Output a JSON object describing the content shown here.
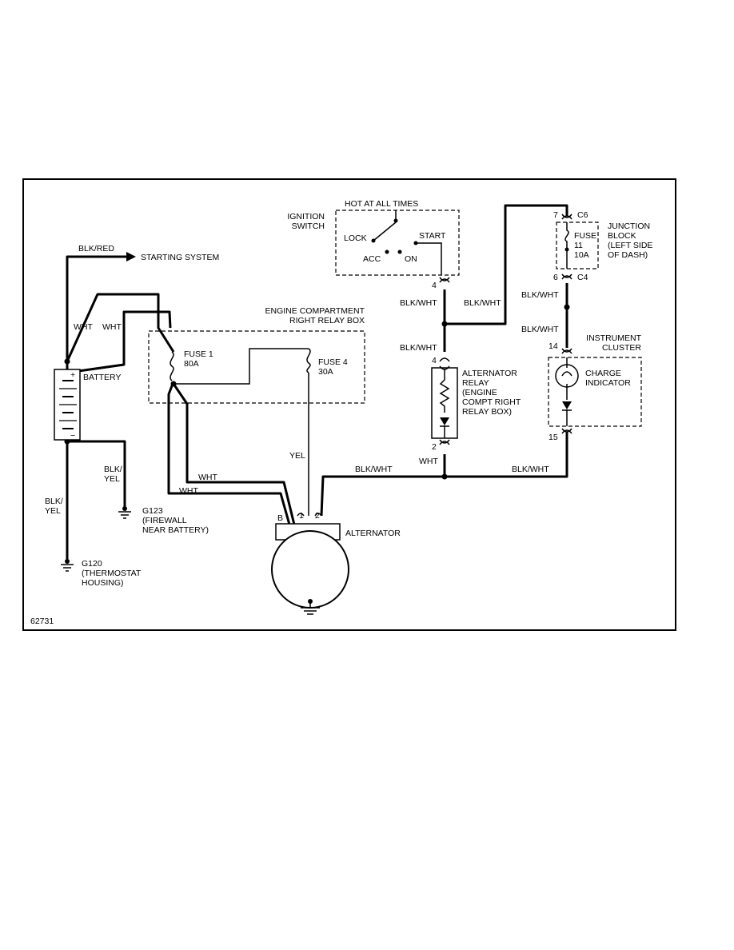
{
  "diagram_id": "62731",
  "components": {
    "ignition_switch": {
      "label": "IGNITION\nSWITCH",
      "hot_label": "HOT AT ALL TIMES",
      "lock": "LOCK",
      "acc": "ACC",
      "on": "ON",
      "start": "START"
    },
    "battery": {
      "label": "BATTERY",
      "plus": "+",
      "minus": "−"
    },
    "starting_system": {
      "label": "STARTING SYSTEM"
    },
    "relay_box": {
      "label": "ENGINE COMPARTMENT\nRIGHT RELAY BOX"
    },
    "fuse_1": {
      "label": "FUSE 1\n80A"
    },
    "fuse_4": {
      "label": "FUSE 4\n30A"
    },
    "junction_block": {
      "label": "JUNCTION\nBLOCK\n(LEFT SIDE\nOF DASH)",
      "fuse": "FUSE\n11\n10A",
      "conn_top": "C6",
      "conn_bottom": "C4",
      "pin_top": "7",
      "pin_bottom": "6"
    },
    "alternator_relay": {
      "label": "ALTERNATOR\nRELAY\n(ENGINE\nCOMPT RIGHT\nRELAY BOX)",
      "pin_top": "4",
      "pin_bottom": "2"
    },
    "instrument_cluster": {
      "label": "INSTRUMENT\nCLUSTER",
      "pin_top": "14",
      "pin_bottom": "15"
    },
    "charge_indicator": {
      "label": "CHARGE\nINDICATOR"
    },
    "alternator": {
      "label": "ALTERNATOR",
      "term_b": "B",
      "term_1": "1",
      "term_2": "2"
    },
    "g123": {
      "label": "G123\n(FIREWALL\nNEAR BATTERY)"
    },
    "g120": {
      "label": "G120\n(THERMOSTAT\nHOUSING)"
    },
    "ign_pin": "4"
  },
  "wires": {
    "blk_red": "BLK/RED",
    "wht_1": "WHT",
    "wht_2": "WHT",
    "wht_3": "WHT",
    "wht_4": "WHT",
    "wht_relay": "WHT",
    "yel": "YEL",
    "blk_yel_1": "BLK/\nYEL",
    "blk_yel_2": "BLK/\nYEL",
    "blk_wht_ign": "BLK/WHT",
    "blk_wht_relay_top": "BLK/WHT",
    "blk_wht_jb": "BLK/WHT",
    "blk_wht_jb_2": "BLK/WHT",
    "blk_wht_ic": "BLK/WHT",
    "blk_wht_alt": "BLK/WHT",
    "blk_wht_bottom": "BLK/WHT"
  }
}
